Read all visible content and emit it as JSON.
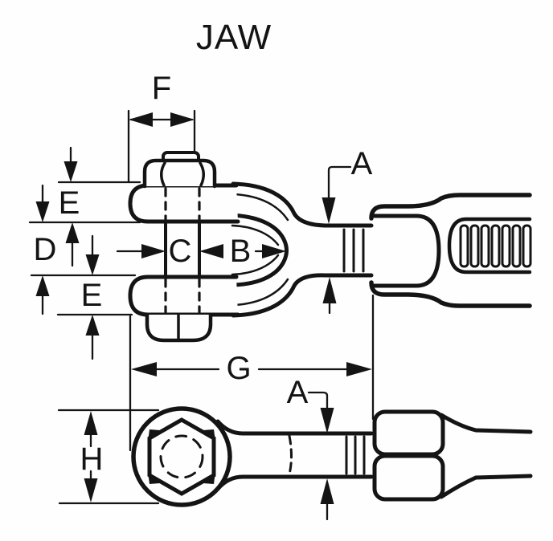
{
  "title": "JAW",
  "subject": "dimensioned line drawing of a jaw (clevis) turnbuckle end fitting, side view and top view",
  "colors": {
    "line": "#141414",
    "background": "#ffffff"
  },
  "labels": {
    "f": "F",
    "e_top": "E",
    "d": "D",
    "c": "C",
    "b": "B",
    "a_side": "A",
    "e_bottom": "E",
    "g": "G",
    "a_top_view": "A",
    "h": "H"
  }
}
